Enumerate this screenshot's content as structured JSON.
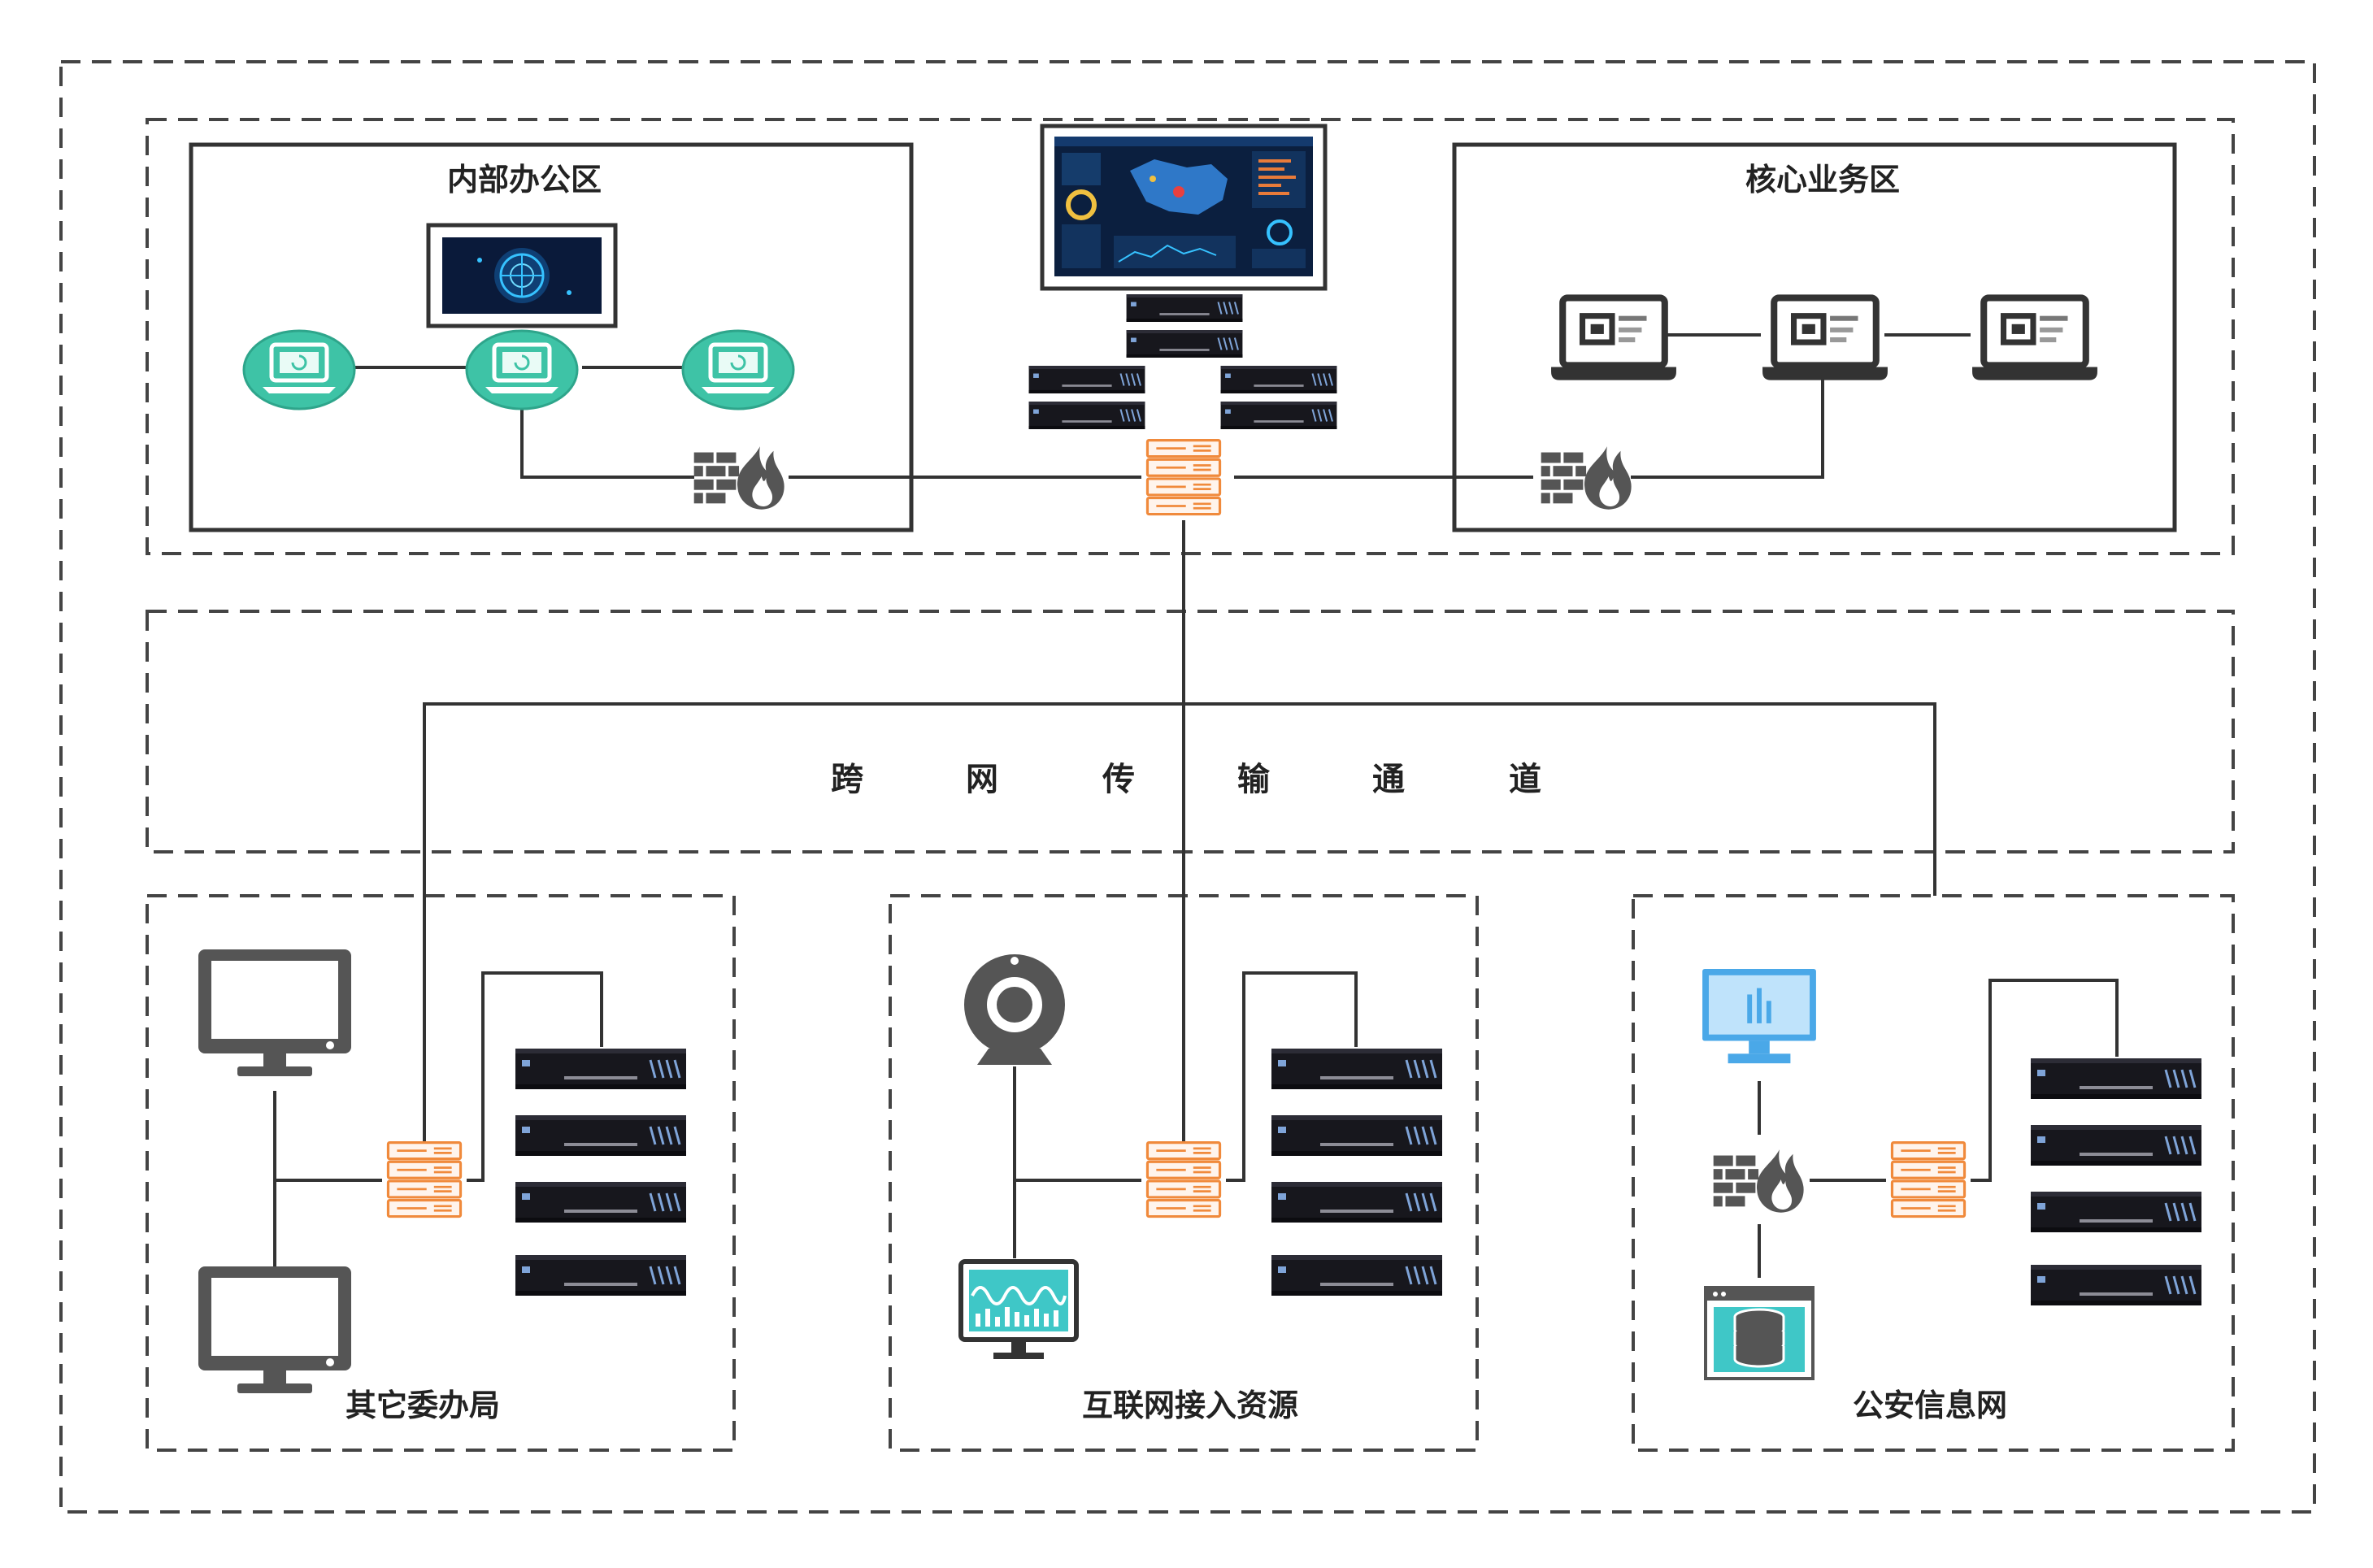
{
  "zones": {
    "internal_office": {
      "title": "内部办公区"
    },
    "core_business": {
      "title": "核心业务区"
    },
    "other_bureaus": {
      "title": "其它委办局"
    },
    "internet_access": {
      "title": "互联网接入资源"
    },
    "public_security": {
      "title": "公安信息网"
    }
  },
  "channel": {
    "chars": [
      "跨",
      "网",
      "传",
      "输",
      "通",
      "道"
    ]
  },
  "colors": {
    "line": "#333333",
    "dash": "#444444",
    "teal": "#3ec3a6",
    "orange": "#f08a3c",
    "gray": "#555555",
    "monitor_blue": "#4aa8e8",
    "server_dark": "#1b1b22"
  },
  "icons": {
    "laptop_teal": "teal-laptop-icon",
    "laptop_outline": "laptop-outline-icon",
    "firewall": "firewall-icon",
    "switch": "switch-icon",
    "server": "server-icon",
    "monitor": "monitor-icon",
    "webcam": "webcam-icon",
    "analytics_monitor": "analytics-monitor-icon",
    "database": "database-icon",
    "dashboard_screen": "dashboard-screen-icon",
    "globe_screen": "globe-screen-icon"
  }
}
